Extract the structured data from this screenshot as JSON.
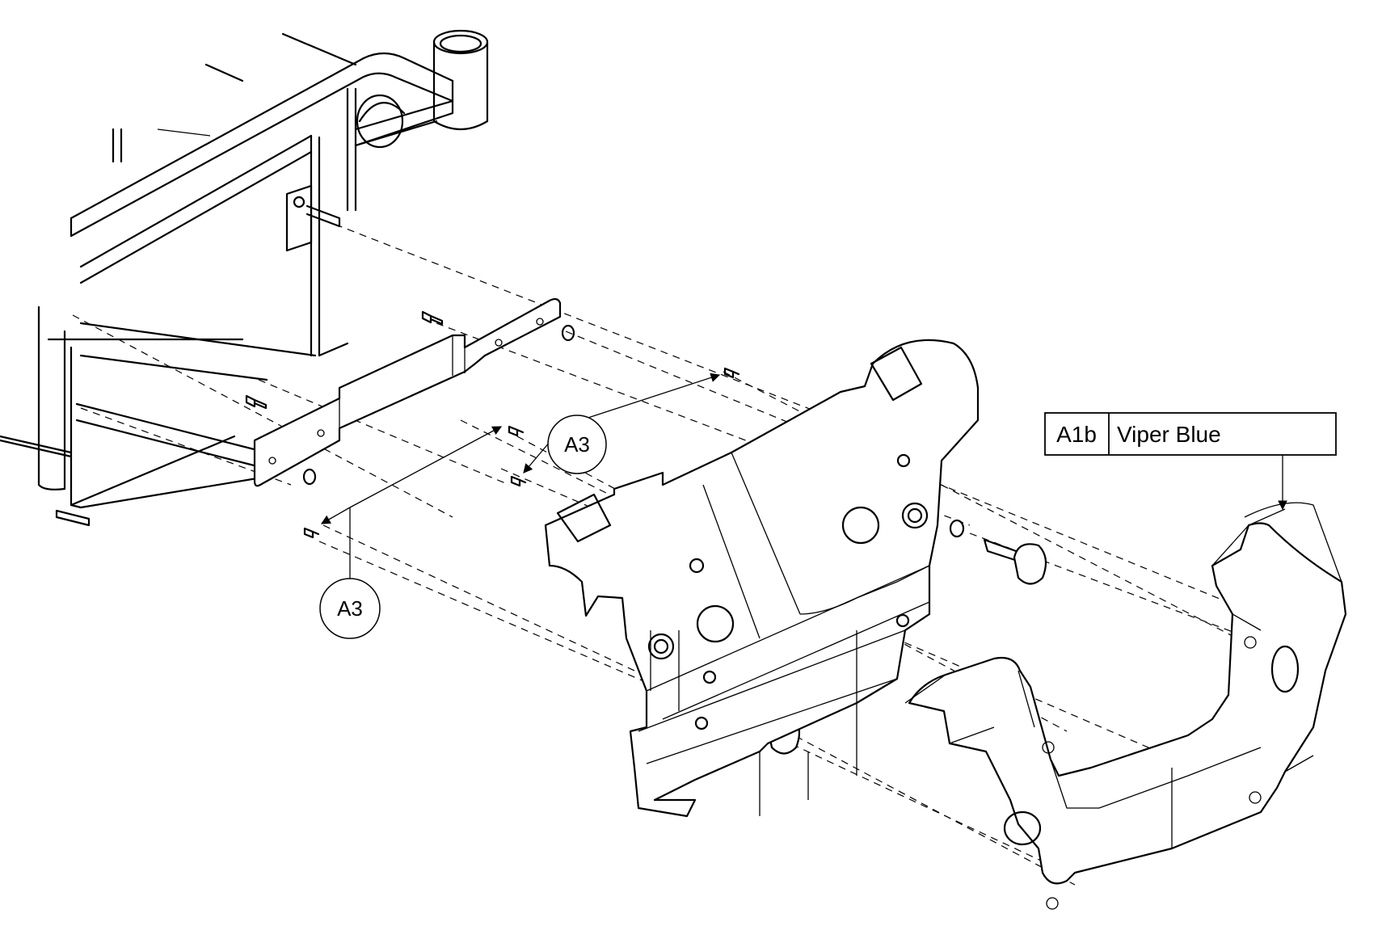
{
  "callouts": [
    {
      "label": "A3"
    },
    {
      "label": "A3"
    }
  ],
  "part_tag": {
    "code": "A1b",
    "description": "Viper Blue"
  }
}
